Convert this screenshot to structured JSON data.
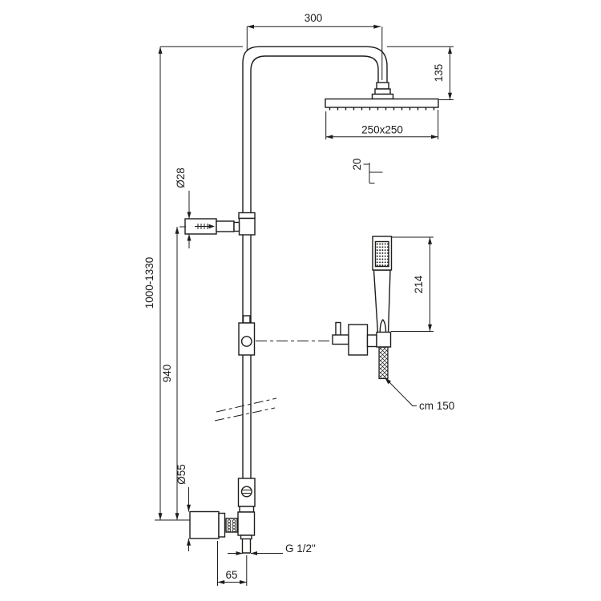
{
  "diagram": {
    "subject": "shower-column-technical-drawing",
    "background": "#ffffff",
    "line_color": "#1d1d1b",
    "dimensions": {
      "arm_reach": "300",
      "head_offset": "135",
      "head_size": "250x250",
      "head_thickness": "20",
      "hand_shower_length": "214",
      "hose_length": "cm 150",
      "wall_bracket_diameter": "Ø28",
      "column_height_range": "1000-1330",
      "lower_column_height": "940",
      "mixer_knob_diameter": "Ø55",
      "thread": "G 1/2\"",
      "outlet_offset": "65"
    }
  }
}
